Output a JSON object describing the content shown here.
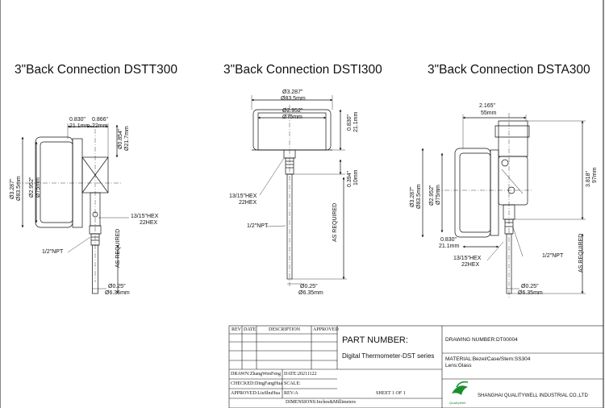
{
  "titles": {
    "dstt": "3\"Back Connection DSTT300",
    "dsti": "3\"Back Connection DSTI300",
    "dsta": "3\"Back Connection DSTA300"
  },
  "dims": {
    "d3287": "Ø3.287\"",
    "d835mm": "Ø83.5mm",
    "d2952": "Ø2.952\"",
    "d75mm": "Ø75mm",
    "in0830": "0.830\"",
    "mm211": "21.1mm",
    "in0866": "0.866\"",
    "mm22": "22mm",
    "d0854": "Ø0.854\"",
    "d217mm": "Ø21.7mm",
    "in0394": "0.394\"",
    "mm10": "10mm",
    "in2165": "2.165\"",
    "mm55": "55mm",
    "in3818": "3.818\"",
    "mm97": "97mm",
    "d025": "Ø0.25\"",
    "d635mm": "Ø6.35mm",
    "hex1315": "13/15\"HEX",
    "hex22": "22HEX",
    "npt": "1/2\"NPT",
    "as_required": "AS REQUIRED"
  },
  "title_block": {
    "rev": "REV",
    "date": "DATE",
    "description": "DESCRIPTION",
    "approved": "APPROVED",
    "part_number_label": "PART NUMBER:",
    "part_number_value": "Digital Thermometer-DST series",
    "drawing_number": "DRAWING NUMBER:DT00004",
    "material": "MATERIAL:Bezel/Case/Stem:SS304",
    "lens": "Lens:Glass",
    "drawn": "DRAWN:ZhangWenFeng",
    "drawn_date": "DATE:20211122",
    "checked": "CHECKED:DingFangHua",
    "scale": "SCALE:",
    "approved_by": "APPROVED:LiuShuHua",
    "rev_a": "REV:A",
    "sheet": "SHEET 1 OF 1",
    "dimensions": "DIMENSIONS:Inches&Millimeters",
    "company": "SHANGHAI QUALITYWELL INDUSTRIAL CO.,LTD",
    "logo_text": "QualityWell"
  }
}
